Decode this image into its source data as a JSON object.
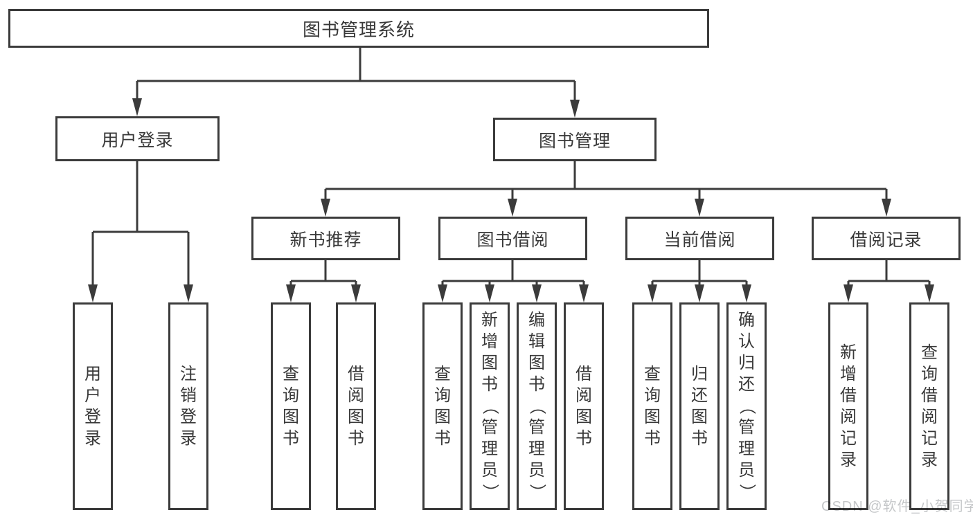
{
  "title": "图书管理系统",
  "watermark": "CSDN @软件_小贺同学",
  "colors": {
    "line": "#3b3b3b",
    "text": "#383838",
    "background": "#ffffff",
    "watermark": "#c5c7c9"
  },
  "tree": {
    "root": {
      "label": "图书管理系统",
      "children": [
        {
          "label": "用户登录",
          "children": [
            {
              "label": "用户登录"
            },
            {
              "label": "注销登录"
            }
          ]
        },
        {
          "label": "图书管理",
          "children": [
            {
              "label": "新书推荐",
              "children": [
                {
                  "label": "查询图书"
                },
                {
                  "label": "借阅图书"
                }
              ]
            },
            {
              "label": "图书借阅",
              "children": [
                {
                  "label": "查询图书"
                },
                {
                  "label": "新增图书（管理员）"
                },
                {
                  "label": "编辑图书（管理员）"
                },
                {
                  "label": "借阅图书"
                }
              ]
            },
            {
              "label": "当前借阅",
              "children": [
                {
                  "label": "查询图书"
                },
                {
                  "label": "归还图书"
                },
                {
                  "label": "确认归还（管理员）"
                }
              ]
            },
            {
              "label": "借阅记录",
              "children": [
                {
                  "label": "新增借阅记录"
                },
                {
                  "label": "查询借阅记录"
                }
              ]
            }
          ]
        }
      ]
    }
  }
}
